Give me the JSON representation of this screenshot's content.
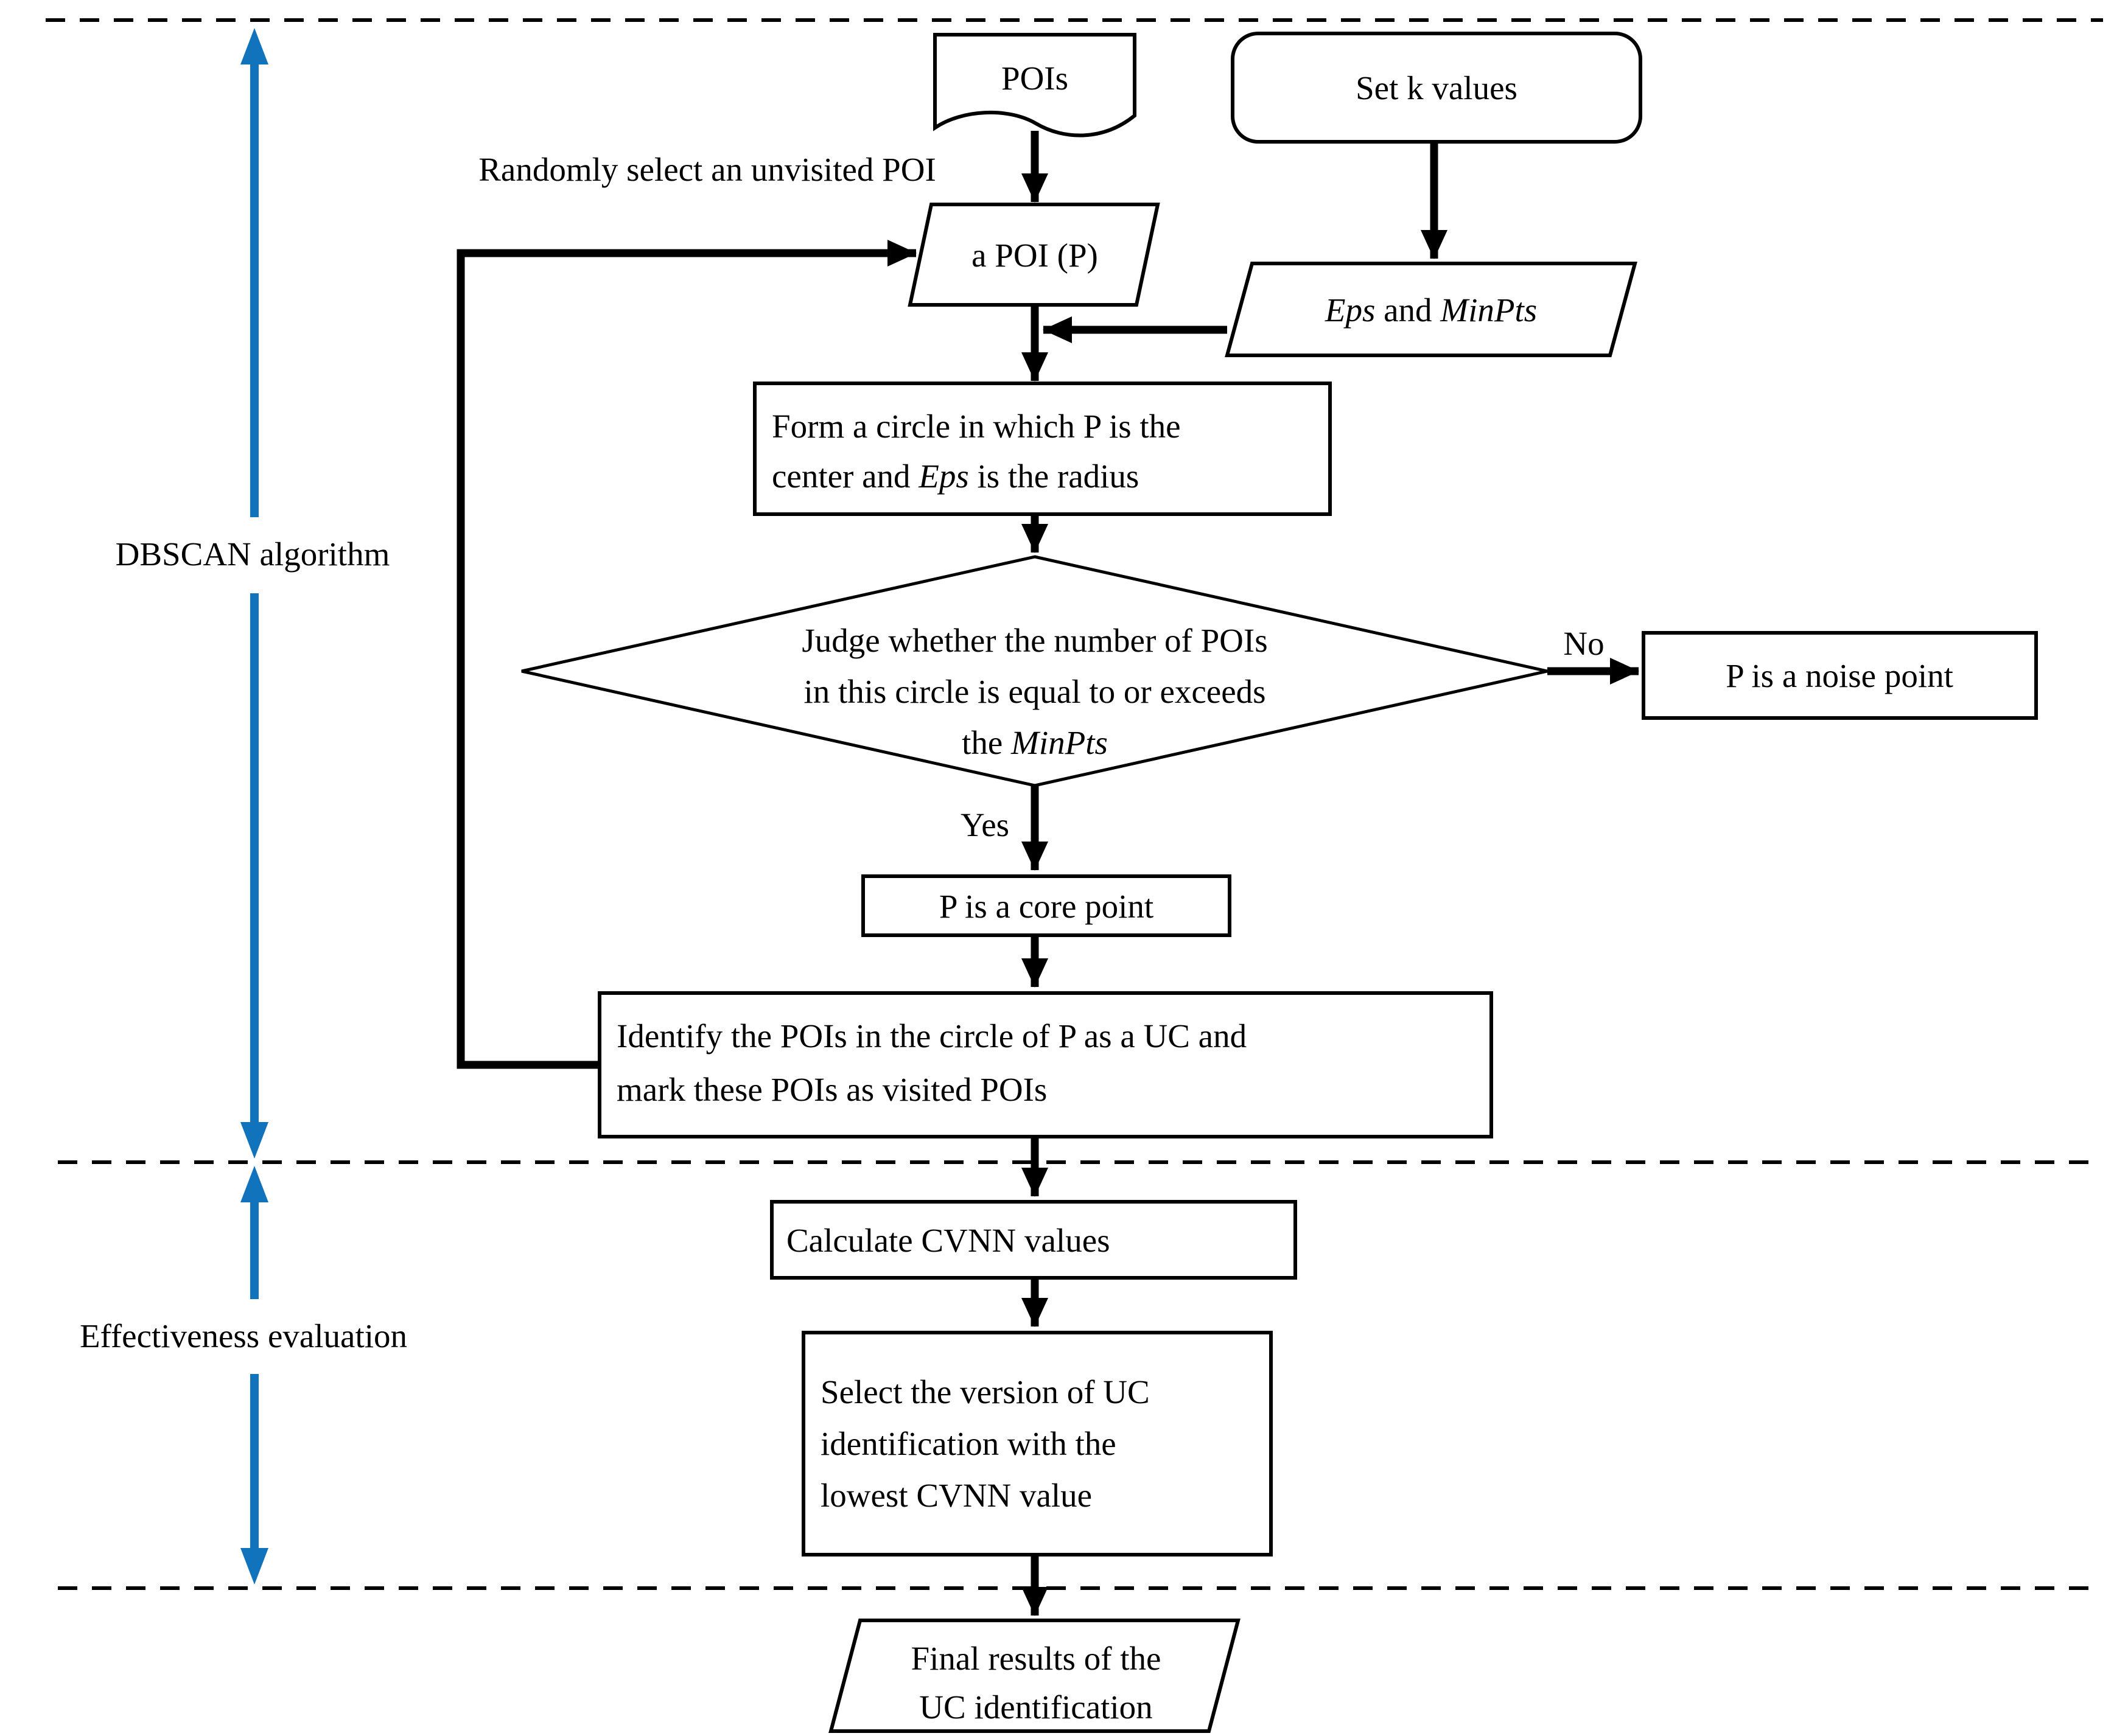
{
  "colors": {
    "ink": "#000000",
    "section_arrow_blue": "#1273bd",
    "background": "#ffffff"
  },
  "section_labels": {
    "dbscan": "DBSCAN algorithm",
    "effectiveness": "Effectiveness evaluation"
  },
  "nodes": {
    "pois": {
      "shape": "document",
      "label": "POIs"
    },
    "set_k": {
      "shape": "rounded-rect",
      "label": "Set k values"
    },
    "a_poi": {
      "shape": "parallelogram",
      "label": "a POI (P)"
    },
    "eps_minpts": {
      "shape": "parallelogram",
      "parts": {
        "eps": "Eps",
        "and": " and ",
        "minpts": "MinPts"
      }
    },
    "form_circle": {
      "shape": "process",
      "line1": "Form a circle in which P is the",
      "line2_pre": "center and ",
      "line2_it": "Eps",
      "line2_post": " is the radius"
    },
    "judge": {
      "shape": "decision",
      "line1": "Judge whether the number of POIs",
      "line2": "in this circle is equal to or exceeds",
      "line3_pre": "the ",
      "line3_it": "MinPts"
    },
    "noise": {
      "shape": "process",
      "label": "P is a noise point"
    },
    "core": {
      "shape": "process",
      "label": "P is a core point"
    },
    "identify": {
      "shape": "process",
      "line1": "Identify the POIs in the circle of P as a UC and",
      "line2": "mark these POIs as visited POIs"
    },
    "calc_cvnn": {
      "shape": "process",
      "label": "Calculate CVNN values"
    },
    "select_version": {
      "shape": "process",
      "line1": "Select the version of UC",
      "line2": "identification with the",
      "line3": "lowest CVNN value"
    },
    "final_results": {
      "shape": "parallelogram",
      "line1": "Final results of the",
      "line2": "UC identification"
    }
  },
  "edge_labels": {
    "random_select": "Randomly select an unvisited POI",
    "no": "No",
    "yes": "Yes"
  }
}
